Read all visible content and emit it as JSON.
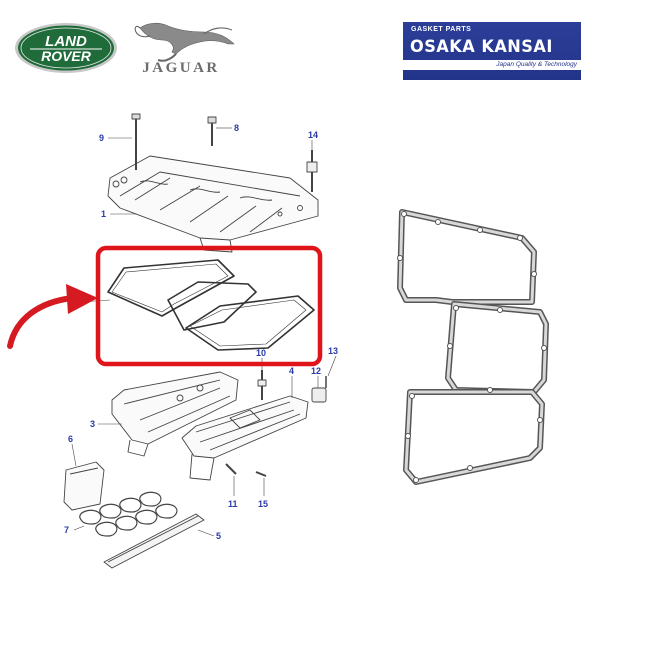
{
  "logos": {
    "land_rover": {
      "line1": "LAND",
      "line2": "ROVER",
      "green": "#1f6b3a"
    },
    "jaguar": {
      "word": "JAGUAR",
      "color": "#6b6b6b"
    }
  },
  "banner": {
    "small": "GASKET PARTS",
    "title": "OSAKA KANSAI",
    "tagline": "Japan Quality & Technology",
    "background": "#22348a"
  },
  "callouts": {
    "c1": "1",
    "c3": "3",
    "c4": "4",
    "c5": "5",
    "c6": "6",
    "c7": "7",
    "c8": "8",
    "c9": "9",
    "c10": "10",
    "c11": "11",
    "c12": "12",
    "c13": "13",
    "c14": "14",
    "c15": "15"
  },
  "highlight": {
    "box_color": "#e0141b",
    "arrow_color": "#d61a22"
  }
}
